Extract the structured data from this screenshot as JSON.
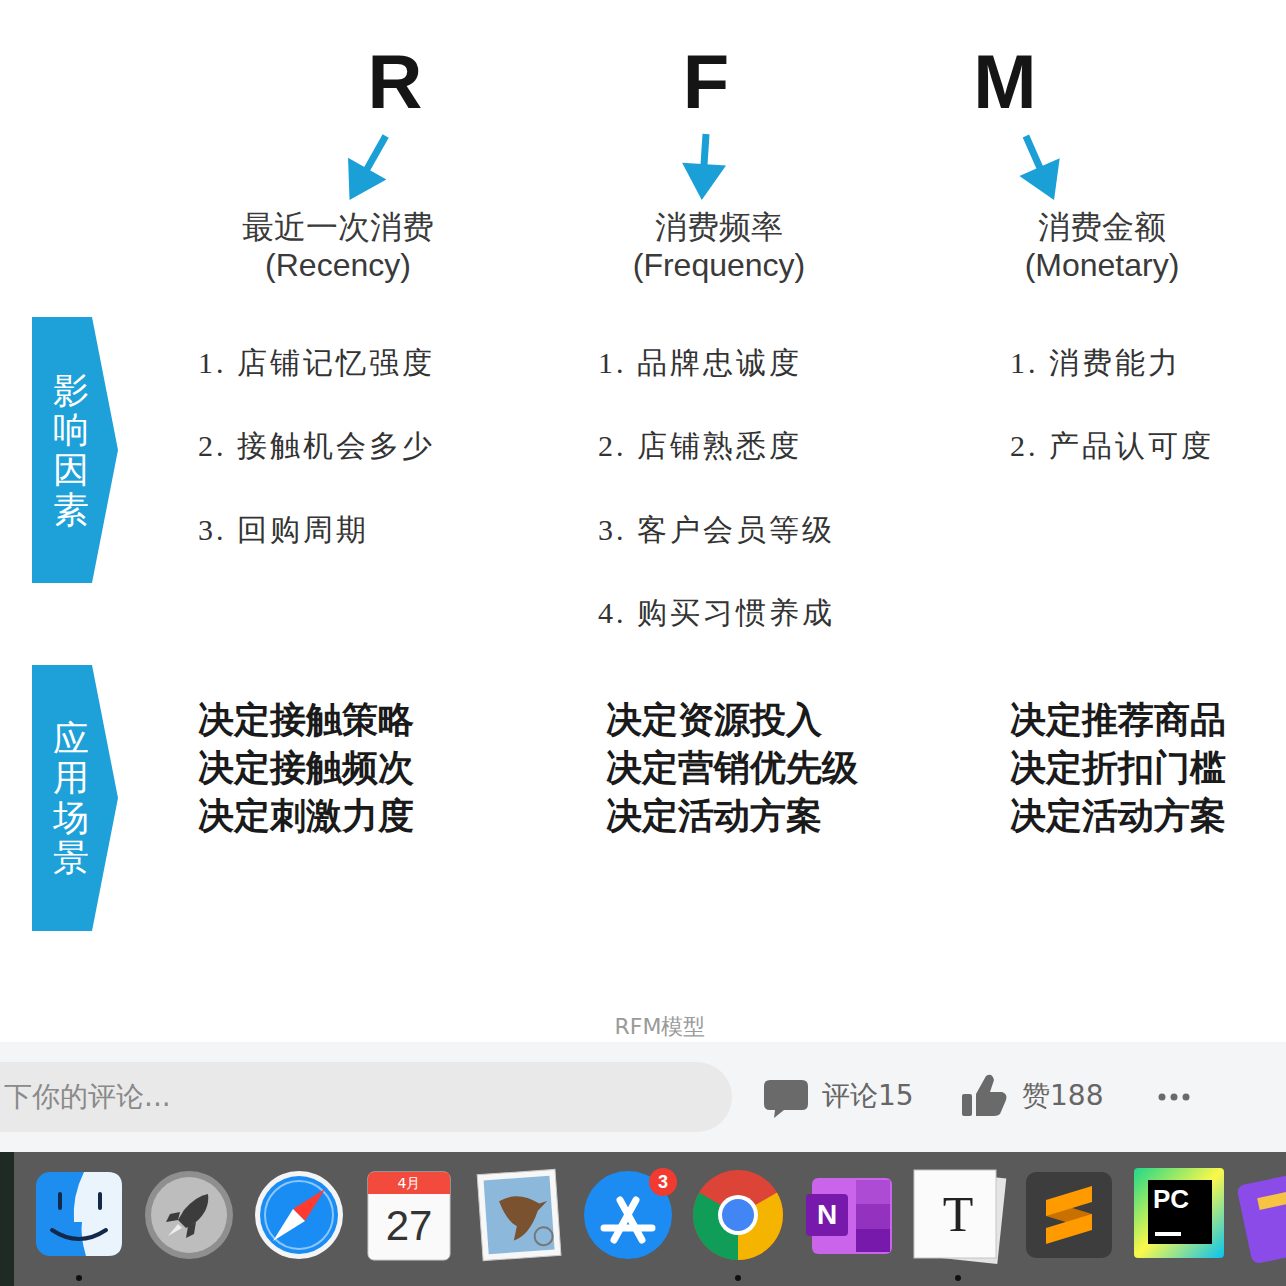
{
  "diagram": {
    "caption": "RFM模型",
    "nodes": [
      {
        "text": [
          "R"
        ]
      },
      {
        "text": [
          "F"
        ]
      },
      {
        "text": [
          "M"
        ]
      },
      {
        "text": [
          "最近一次消费",
          "(Recency)"
        ]
      },
      {
        "text": [
          "消费频率",
          "(Frequency)"
        ]
      },
      {
        "text": [
          "消费金额",
          "(Monetary)"
        ]
      },
      {
        "text": [
          "影响因素"
        ]
      },
      {
        "text": [
          "应用场景"
        ]
      },
      {
        "text": [
          "下你的评论..."
        ]
      }
    ],
    "edges": [
      {
        "from": 0,
        "to": 3,
        "arrow": "to"
      },
      {
        "from": 1,
        "to": 4,
        "arrow": "to"
      },
      {
        "from": 2,
        "to": 5,
        "arrow": "to"
      }
    ],
    "labels": [
      "1. 店铺记忆强度",
      "1. 品牌忠诚度",
      "1. 消费能力",
      "2. 接触机会多少",
      "2. 店铺熟悉度",
      "2. 产品认可度",
      "3. 回购周期",
      "3. 客户会员等级",
      "4. 购买习惯养成",
      "决定接触策略",
      "决定资源投入",
      "决定推荐商品",
      "决定接触频次",
      "决定营销优先级",
      "决定折扣门槛",
      "决定刺激力度",
      "决定活动方案",
      "决定活动方案",
      "评论15",
      "赞188",
      "4月",
      "27",
      "3",
      "N",
      "T",
      "PC"
    ]
  }
}
